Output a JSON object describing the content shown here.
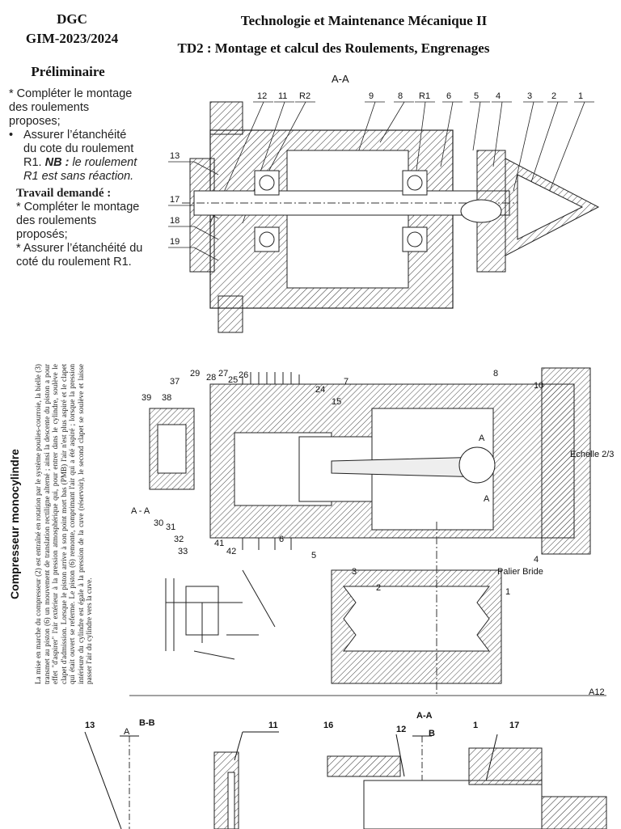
{
  "header": {
    "dept": "DGC",
    "year": "GIM-2023/2024",
    "course": "Technologie et Maintenance Mécanique II",
    "td": "TD2 : Montage et calcul des Roulements, Engrenages"
  },
  "preliminaire": {
    "title": "Préliminaire",
    "line1": "* Compléter le montage des roulements proposes;",
    "bullet_text": "Assurer l’étanchéité du cote du roulement R1.",
    "nb_label": "NB :",
    "nb_text": "le roulement R1 est sans réaction."
  },
  "travail": {
    "title": "Travail demandé :",
    "line1": "* Compléter le montage des roulements proposés;",
    "line2": "* Assurer l’étanchéité du coté du roulement R1."
  },
  "drawing1": {
    "section_title": "A-A",
    "top_labels": [
      "12",
      "11",
      "R2",
      "9",
      "8",
      "R1",
      "6",
      "5",
      "4",
      "3",
      "2",
      "1"
    ],
    "left_labels": [
      "13",
      "17",
      "18",
      "19"
    ]
  },
  "compresseur": {
    "title": "Compresseur monocylindre",
    "description": "La mise en marche du compresseur (2) est entraîné en rotation par le système poulies-courroie, la bielle (3) transmet au piston (6) un mouvement de translation rectiligne alterné ; ainsi la descente du piston a pour effet \"d'aspirer\" l'air extérieur à la pression atmosphérique qui, pour entrer dans le cylindre, soulève le clapet d'admission. Lorsque le piston arrive à son point mort bas (PMB) l'air n'est plus aspiré et le clapet qui était ouvert se referme. Le piston (6) remonte, comprimant l'air qui a été aspiré ; lorsque la pression intérieure du cylindre est égale à la pression de la cuve (réservoir), le second clapet se soulève et laisse passer l'air du cylindre vers la cuve.",
    "labels_top": [
      "39",
      "38",
      "37",
      "29",
      "28",
      "27",
      "25",
      "26",
      "24",
      "15",
      "7",
      "8",
      "10"
    ],
    "labels_bottom": [
      "30",
      "31",
      "32",
      "33",
      "41",
      "42",
      "6",
      "5",
      "3",
      "2",
      "1",
      "4"
    ],
    "side_labels": [
      "A - A",
      "Echelle 2/3",
      "Palier Bride",
      "A",
      "A"
    ],
    "corner_mark": "A12"
  },
  "drawing3": {
    "left_title": "B-B",
    "right_title": "A-A",
    "labels": [
      "13",
      "A",
      "11",
      "16",
      "12",
      "B",
      "1",
      "17"
    ]
  }
}
